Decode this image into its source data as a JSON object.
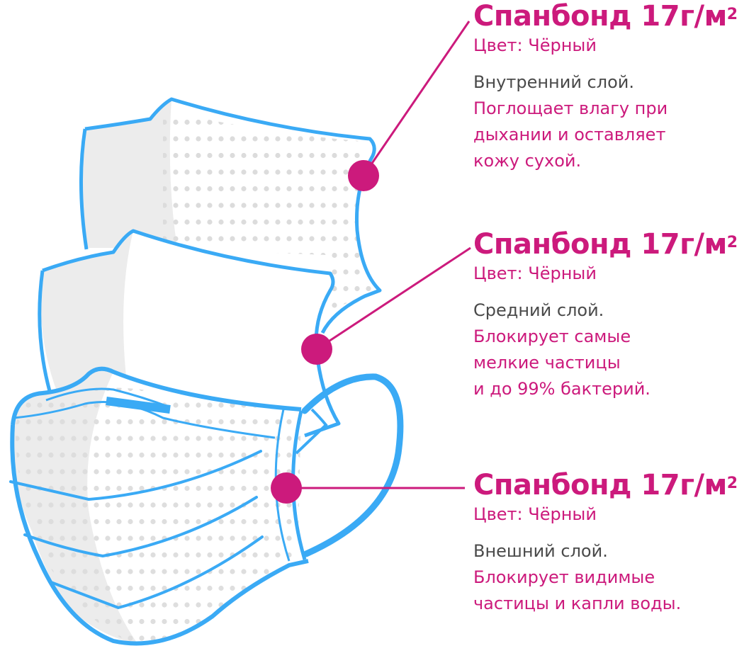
{
  "colors": {
    "accent": "#cc1a7c",
    "outline": "#3aaaf5",
    "text": "#4a4a4a",
    "shade": "#ececec",
    "dots": "#dcdcdc"
  },
  "layers": [
    {
      "title": "Спанбонд 17г/м",
      "title_sup": "2",
      "color_label": "Цвет: Чёрный",
      "lead": "Внутренний слой.",
      "desc_lines": [
        "Поглощает влагу при",
        "дыхании и оставляет",
        "кожу сухой."
      ]
    },
    {
      "title": "Спанбонд 17г/м",
      "title_sup": "2",
      "color_label": "Цвет: Чёрный",
      "lead": "Средний слой.",
      "desc_lines": [
        "Блокирует самые",
        "мелкие частицы",
        "и до 99% бактерий."
      ]
    },
    {
      "title": "Спанбонд 17г/м",
      "title_sup": "2",
      "color_label": "Цвет: Чёрный",
      "lead": "Внешний слой.",
      "desc_lines": [
        "Блокирует видимые",
        "частицы и капли воды."
      ]
    }
  ]
}
